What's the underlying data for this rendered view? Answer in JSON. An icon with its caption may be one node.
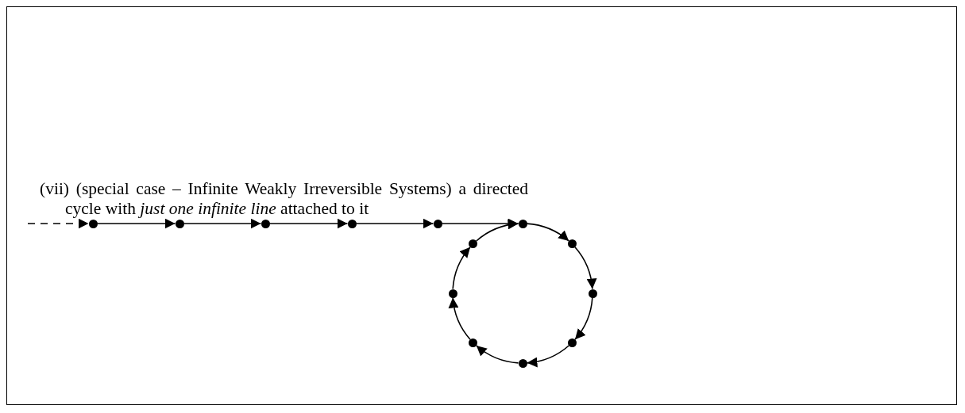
{
  "diagram": {
    "nodes": [
      {
        "text": [],
        "shape": "circle"
      },
      {
        "text": [],
        "shape": "circle"
      },
      {
        "text": [],
        "shape": "circle"
      },
      {
        "text": [],
        "shape": "circle"
      },
      {
        "text": [],
        "shape": "circle"
      },
      {
        "text": [],
        "shape": "circle"
      },
      {
        "text": [],
        "shape": "circle"
      },
      {
        "text": [],
        "shape": "circle"
      },
      {
        "text": [],
        "shape": "circle"
      },
      {
        "text": [],
        "shape": "circle"
      },
      {
        "text": [],
        "shape": "circle"
      },
      {
        "text": [],
        "shape": "circle"
      },
      {
        "text": [],
        "shape": "circle"
      }
    ],
    "edges": [
      {
        "from": null,
        "to": 0,
        "arrow": "to",
        "style": "dashed"
      },
      {
        "from": 0,
        "to": 1,
        "arrow": "to"
      },
      {
        "from": 1,
        "to": 2,
        "arrow": "to"
      },
      {
        "from": 2,
        "to": 3,
        "arrow": "to"
      },
      {
        "from": 3,
        "to": 4,
        "arrow": "to"
      },
      {
        "from": 4,
        "to": 5,
        "arrow": "to"
      },
      {
        "from": 5,
        "to": 6,
        "arrow": "to"
      },
      {
        "from": 6,
        "to": 7,
        "arrow": "to"
      },
      {
        "from": 7,
        "to": 8,
        "arrow": "to"
      },
      {
        "from": 8,
        "to": 9,
        "arrow": "to"
      },
      {
        "from": 9,
        "to": 10,
        "arrow": "to"
      },
      {
        "from": 10,
        "to": 11,
        "arrow": "to"
      },
      {
        "from": 11,
        "to": 12,
        "arrow": "to"
      },
      {
        "from": 12,
        "to": 5,
        "arrow": "to"
      }
    ],
    "labels": [
      "(vii) (special case – Infinite Weakly Irreversible Systems) a directed cycle with *just one infinite line* attached to it"
    ]
  }
}
